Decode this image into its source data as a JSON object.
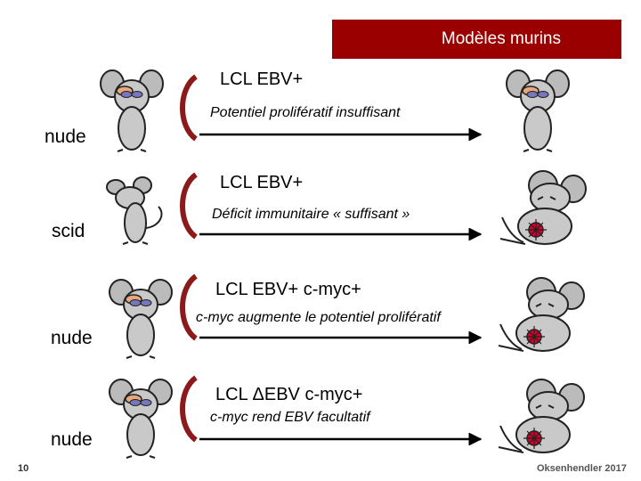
{
  "header": {
    "title": "Modèles murins"
  },
  "rows": [
    {
      "strain": "nude",
      "injection": "LCL EBV+",
      "effect": "Potentiel prolifératif insuffisant",
      "outcome": "healthy"
    },
    {
      "strain": "scid",
      "injection": "LCL EBV+",
      "effect": "Déficit immunitaire « suffisant »",
      "outcome": "tumor"
    },
    {
      "strain": "nude",
      "injection": "LCL EBV+ c-myc+",
      "effect": "c-myc augmente le potentiel prolifératif",
      "outcome": "tumor"
    },
    {
      "strain": "nude",
      "injection": "LCL ΔEBV c-myc+",
      "effect": "c-myc rend EBV facultatif",
      "outcome": "tumor"
    }
  ],
  "footer": {
    "page_number": "10",
    "credit": "Oksenhendler 2017"
  },
  "colors": {
    "banner": "#9a0000",
    "curve": "#8b1a1a",
    "tumor": "#d4002a"
  },
  "icons": {
    "start_mouse": "standing-mouse-icon",
    "healthy_end": "standing-mouse-icon",
    "tumor_end": "sick-mouse-with-tumor-icon"
  }
}
